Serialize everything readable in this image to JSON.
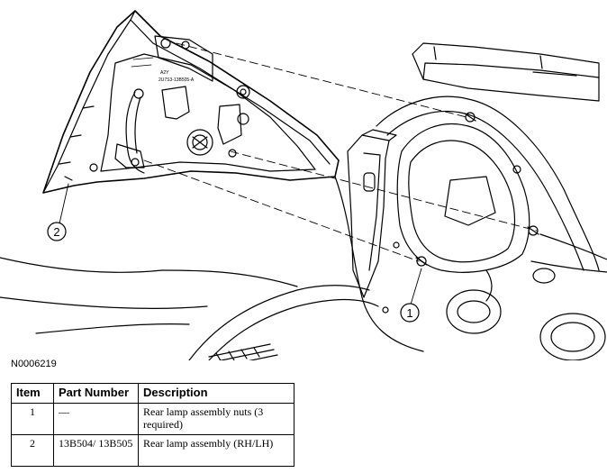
{
  "figure": {
    "id": "N0006219",
    "callouts": [
      "1",
      "2"
    ],
    "label_1": "A2Y",
    "label_2": "2U7S3-13B505-A"
  },
  "table": {
    "headers": {
      "item": "Item",
      "part_number": "Part Number",
      "description": "Description"
    },
    "rows": [
      {
        "item": "1",
        "part_number": "—",
        "description": "Rear lamp assembly nuts (3 required)"
      },
      {
        "item": "2",
        "part_number": "13B504/ 13B505",
        "description": "Rear lamp assembly (RH/LH)"
      }
    ]
  }
}
